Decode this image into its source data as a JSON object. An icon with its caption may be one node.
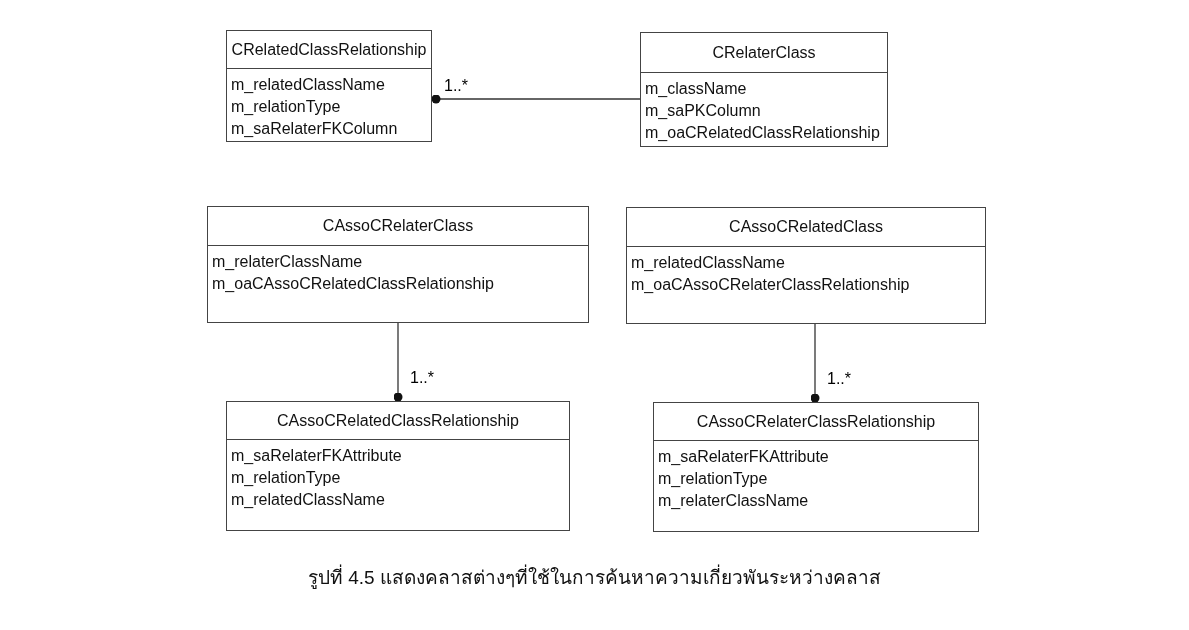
{
  "diagram": {
    "caption": "รูปที่ 4.5 แสดงคลาสต่างๆที่ใช้ในการค้นหาความเกี่ยวพันระหว่างคลาส",
    "nodes": [
      {
        "text": [
          "CRelatedClassRelationship",
          "m_relatedClassName",
          "m_relationType",
          "m_saRelaterFKColumn"
        ]
      },
      {
        "text": [
          "CRelaterClass",
          "m_className",
          "m_saPKColumn",
          "m_oaCRelatedClassRelationship"
        ]
      },
      {
        "text": [
          "CAssoCRelaterClass",
          "m_relaterClassName",
          "m_oaCAssoCRelatedClassRelationship"
        ]
      },
      {
        "text": [
          "CAssoCRelatedClass",
          "m_relatedClassName",
          "m_oaCAssoCRelaterClassRelationship"
        ]
      },
      {
        "text": [
          "CAssoCRelatedClassRelationship",
          "m_saRelaterFKAttribute",
          "m_relationType",
          "m_relatedClassName"
        ]
      },
      {
        "text": [
          "CAssoCRelaterClassRelationship",
          "m_saRelaterFKAttribute",
          "m_relationType",
          "m_relaterClassName"
        ]
      }
    ],
    "edges": [
      {
        "from": 1,
        "to": 0,
        "arrow": "other",
        "label": "1..*"
      },
      {
        "from": 2,
        "to": 4,
        "arrow": "other",
        "label": "1..*"
      },
      {
        "from": 3,
        "to": 5,
        "arrow": "other",
        "label": "1..*"
      }
    ]
  }
}
